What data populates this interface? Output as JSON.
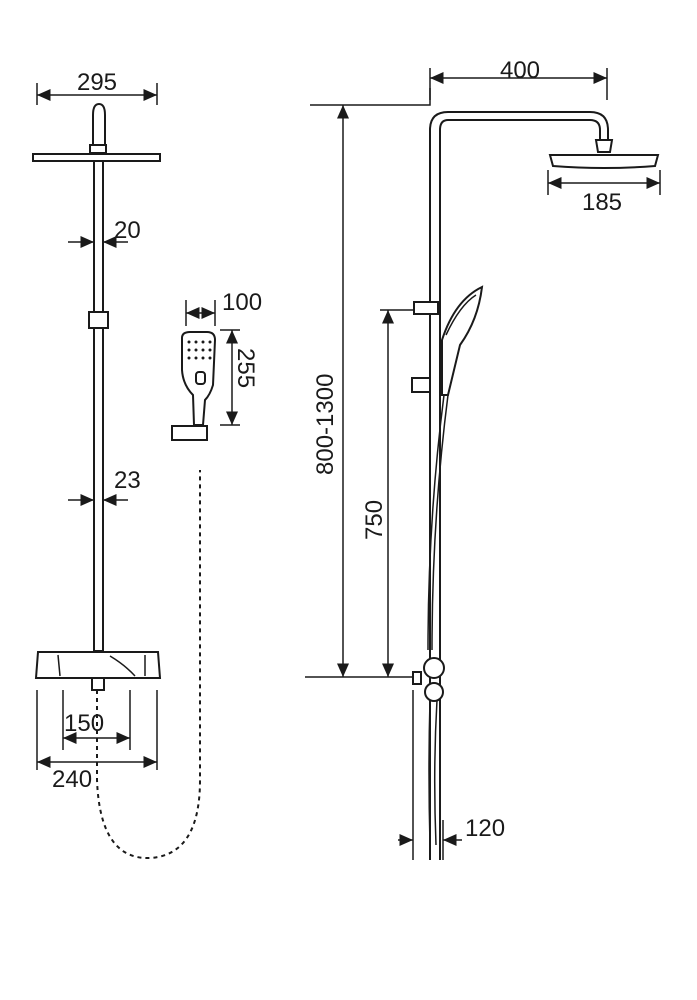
{
  "title": "Shower system dimension drawing",
  "dimensions": {
    "head_width": "295",
    "pipe_upper": "20",
    "hand_width": "100",
    "hand_height": "255",
    "pipe_lower": "23",
    "inlet_spacing": "150",
    "mixer_width": "240",
    "arm_reach": "400",
    "head_diameter": "185",
    "height_range": "800-1300",
    "slide_height": "750",
    "wall_distance": "120"
  }
}
